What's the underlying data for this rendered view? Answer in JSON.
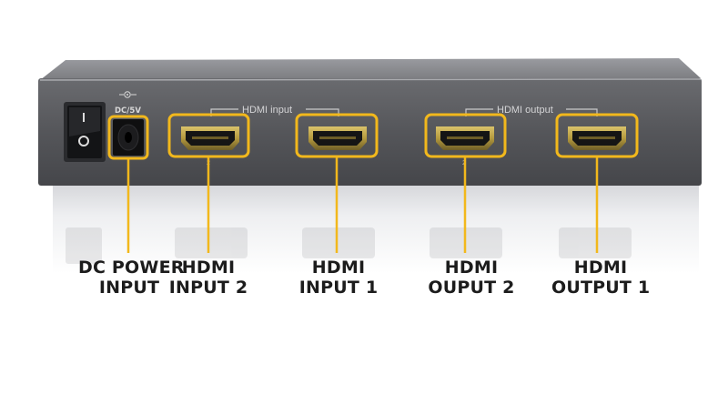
{
  "device": {
    "power_label": "DC/5V",
    "input_group_label": "HDMI input",
    "output_group_label": "HDMI output",
    "port_numbers": [
      "2",
      "2"
    ]
  },
  "callouts": [
    {
      "line1": "DC POWER",
      "line2": "INPUT"
    },
    {
      "line1": "HDMI",
      "line2": "INPUT 2"
    },
    {
      "line1": "HDMI",
      "line2": "INPUT 1"
    },
    {
      "line1": "HDMI",
      "line2": "OUPUT 2"
    },
    {
      "line1": "HDMI",
      "line2": "OUTPUT 1"
    }
  ],
  "colors": {
    "highlight": "#f2b81c",
    "body": "#5a5b5f",
    "callout_text": "#1c1c1c"
  }
}
